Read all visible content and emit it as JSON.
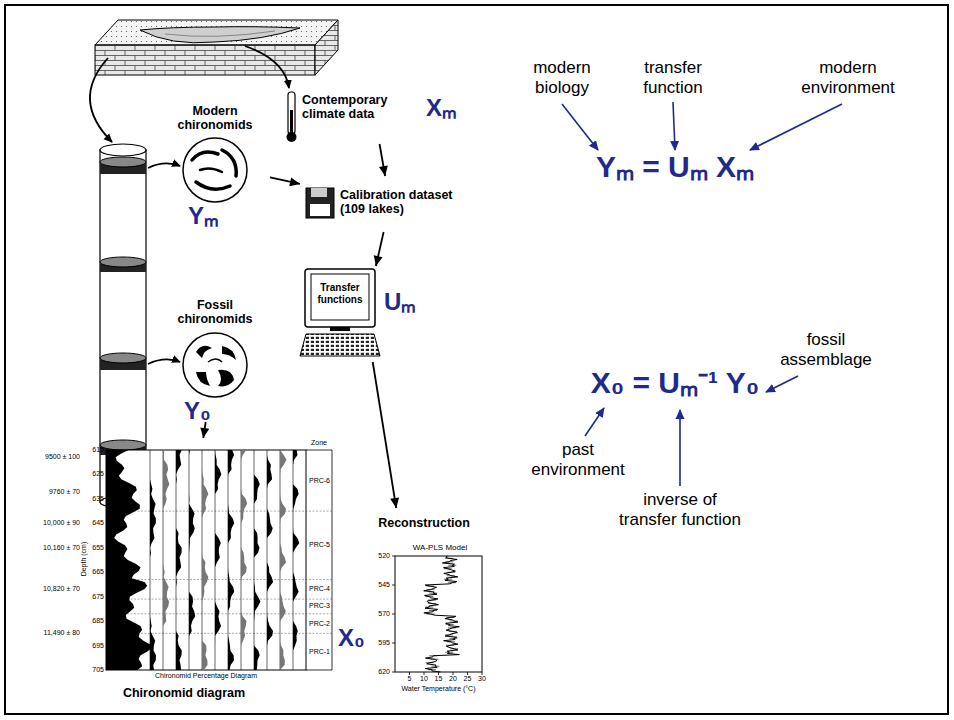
{
  "diagram": {
    "nodes": [
      {
        "text": [
          "Contemporary climate data",
          "Xₘ"
        ]
      },
      {
        "text": [
          "Modern chironomids",
          "Yₘ"
        ]
      },
      {
        "text": [
          "Calibration dataset (109 lakes)"
        ]
      },
      {
        "text": [
          "Fossil chironomids",
          "Y₀"
        ]
      },
      {
        "text": [
          "Transfer functions",
          "Uₘ"
        ]
      },
      {
        "text": [
          "Chironomid diagram"
        ]
      },
      {
        "text": [
          "Reconstruction",
          "WA-PLS Model",
          "X₀"
        ]
      }
    ],
    "edges": [
      {
        "from": 1,
        "to": 2,
        "arrow": "to"
      },
      {
        "from": 0,
        "to": 2,
        "arrow": "to"
      },
      {
        "from": 2,
        "to": 4,
        "arrow": "to"
      },
      {
        "from": 3,
        "to": 5,
        "arrow": "to"
      },
      {
        "from": 4,
        "to": 6,
        "arrow": "to"
      }
    ],
    "labels": [
      "Yₘ = Uₘ Xₘ",
      "modern biology",
      "transfer function",
      "modern environment",
      "X₀ = Uₘ⁻¹ Y₀",
      "past environment",
      "inverse of transfer function",
      "fossil assemblage",
      "Zone",
      "PRC-6",
      "PRC-5",
      "PRC-4",
      "PRC-3",
      "PRC-2",
      "PRC-1",
      "Chironomid Percentage Diagram",
      "Depth (cm)",
      "9500 ± 100",
      "9760 ± 70",
      "10,000 ± 90",
      "10,160 ± 70",
      "10,820 ± 70",
      "11,490 ± 80",
      "615",
      "625",
      "635",
      "645",
      "655",
      "665",
      "675",
      "685",
      "695",
      "705",
      "520",
      "545",
      "570",
      "595",
      "620",
      "5",
      "10",
      "15",
      "20",
      "25",
      "30",
      "Water Temperature (°C)"
    ]
  }
}
